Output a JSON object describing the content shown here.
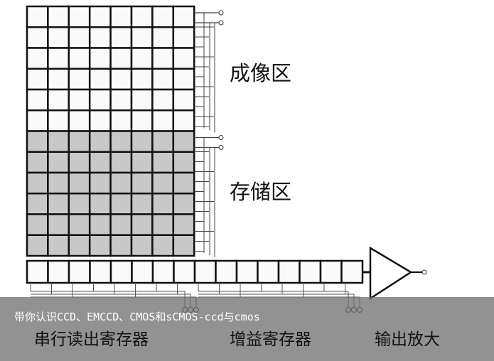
{
  "labels": {
    "imaging_area": "成像区",
    "storage_area": "存储区",
    "serial_register": "串行读出寄存器",
    "gain_register": "增益寄存器",
    "output_amplifier": "输出放大"
  },
  "grid": {
    "columns": 8,
    "imaging_rows": 6,
    "storage_rows": 6,
    "serial_cells": 8,
    "gain_cells": 8
  },
  "colors": {
    "imaging_fill": "#fafafa",
    "storage_fill": "#c8c8c8",
    "line": "#111111"
  },
  "caption": "带你认识CCD、EMCCD、CMOS和sCMOS-ccd与cmos"
}
